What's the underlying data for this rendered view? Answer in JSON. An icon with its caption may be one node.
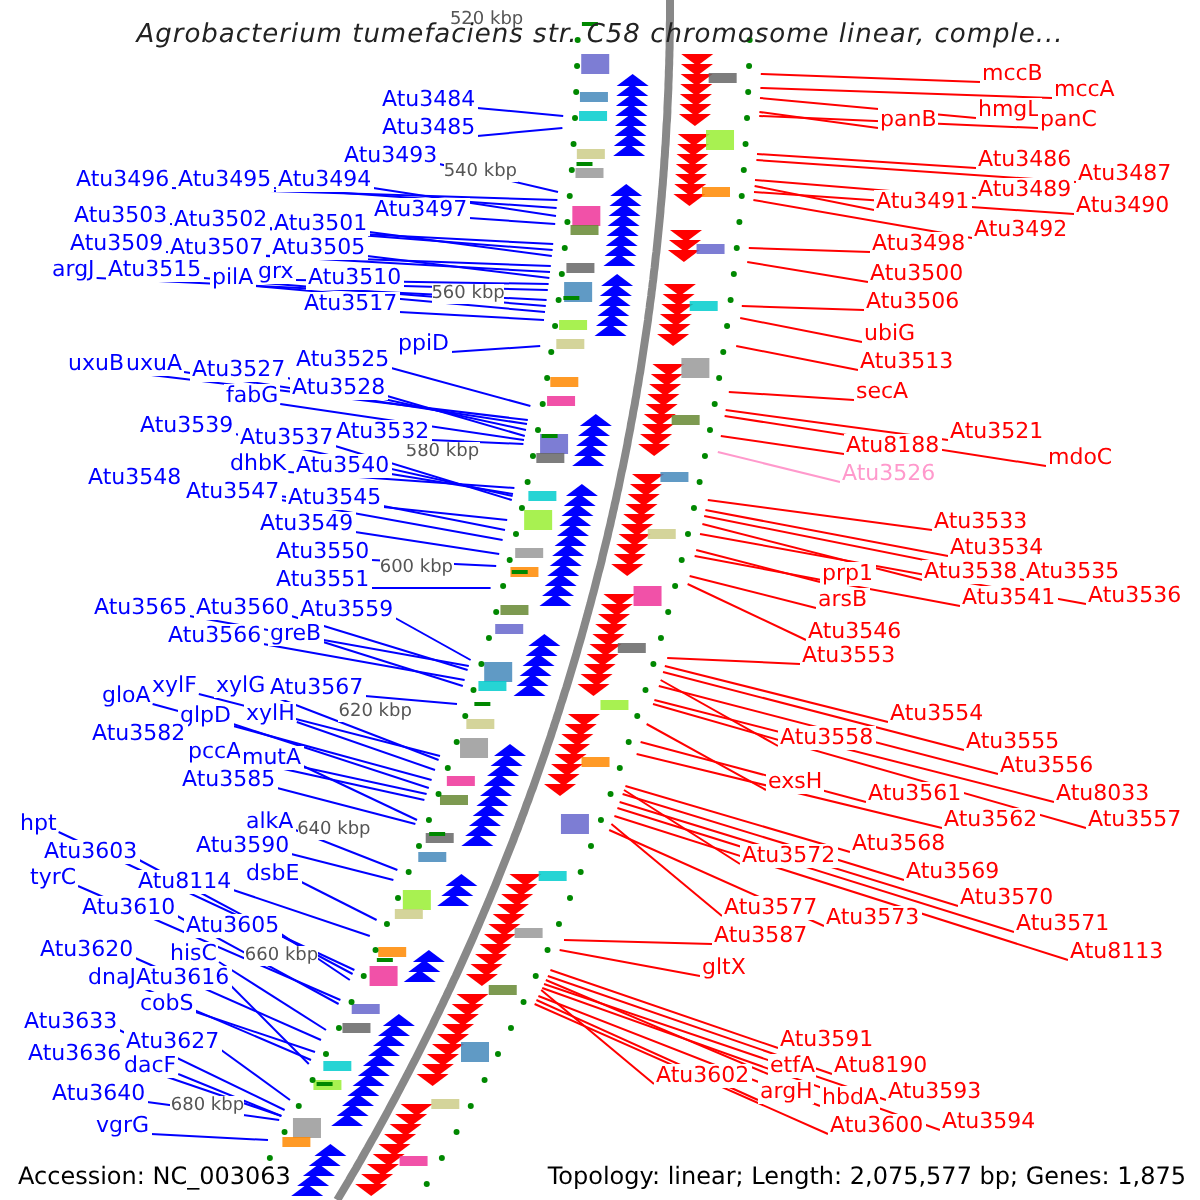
{
  "diagram": {
    "title": "Agrobacterium tumefaciens str. C58 chromosome linear, comple...",
    "nodes": [
      {
        "text": [
          "Atu3484"
        ]
      },
      {
        "text": [
          "Atu3485"
        ]
      },
      {
        "text": [
          "Atu3493"
        ]
      },
      {
        "text": [
          "Atu3496"
        ]
      },
      {
        "text": [
          "Atu3495"
        ]
      },
      {
        "text": [
          "Atu3494"
        ]
      },
      {
        "text": [
          "Atu3497"
        ]
      },
      {
        "text": [
          "Atu3503"
        ]
      },
      {
        "text": [
          "Atu3502"
        ]
      },
      {
        "text": [
          "Atu3501"
        ]
      },
      {
        "text": [
          "Atu3509"
        ]
      },
      {
        "text": [
          "Atu3507"
        ]
      },
      {
        "text": [
          "Atu3505"
        ]
      },
      {
        "text": [
          "argJ"
        ]
      },
      {
        "text": [
          "Atu3515"
        ]
      },
      {
        "text": [
          "pilA"
        ]
      },
      {
        "text": [
          "grx"
        ]
      },
      {
        "text": [
          "Atu3510"
        ]
      },
      {
        "text": [
          "Atu3517"
        ]
      },
      {
        "text": [
          "ppiD"
        ]
      },
      {
        "text": [
          "uxuB"
        ]
      },
      {
        "text": [
          "uxuA"
        ]
      },
      {
        "text": [
          "Atu3527"
        ]
      },
      {
        "text": [
          "Atu3525"
        ]
      },
      {
        "text": [
          "Atu3528"
        ]
      },
      {
        "text": [
          "fabG"
        ]
      },
      {
        "text": [
          "Atu3532"
        ]
      },
      {
        "text": [
          "Atu3539"
        ]
      },
      {
        "text": [
          "Atu3537"
        ]
      },
      {
        "text": [
          "dhbK"
        ]
      },
      {
        "text": [
          "Atu3540"
        ]
      },
      {
        "text": [
          "Atu3548"
        ]
      },
      {
        "text": [
          "Atu3547"
        ]
      },
      {
        "text": [
          "Atu3545"
        ]
      },
      {
        "text": [
          "Atu3549"
        ]
      },
      {
        "text": [
          "Atu3550"
        ]
      },
      {
        "text": [
          "Atu3551"
        ]
      },
      {
        "text": [
          "Atu3565"
        ]
      },
      {
        "text": [
          "Atu3560"
        ]
      },
      {
        "text": [
          "Atu3559"
        ]
      },
      {
        "text": [
          "Atu3566"
        ]
      },
      {
        "text": [
          "greB"
        ]
      },
      {
        "text": [
          "xylF"
        ]
      },
      {
        "text": [
          "xylG"
        ]
      },
      {
        "text": [
          "Atu3567"
        ]
      },
      {
        "text": [
          "gloA"
        ]
      },
      {
        "text": [
          "glpD"
        ]
      },
      {
        "text": [
          "xylH"
        ]
      },
      {
        "text": [
          "Atu3582"
        ]
      },
      {
        "text": [
          "pccA"
        ]
      },
      {
        "text": [
          "mutA"
        ]
      },
      {
        "text": [
          "Atu3585"
        ]
      },
      {
        "text": [
          "alkA"
        ]
      },
      {
        "text": [
          "Atu3590"
        ]
      },
      {
        "text": [
          "dsbE"
        ]
      },
      {
        "text": [
          "hpt"
        ]
      },
      {
        "text": [
          "Atu3603"
        ]
      },
      {
        "text": [
          "tyrC"
        ]
      },
      {
        "text": [
          "Atu8114"
        ]
      },
      {
        "text": [
          "Atu3610"
        ]
      },
      {
        "text": [
          "Atu3605"
        ]
      },
      {
        "text": [
          "hisC"
        ]
      },
      {
        "text": [
          "Atu3620"
        ]
      },
      {
        "text": [
          "dnaJ"
        ]
      },
      {
        "text": [
          "Atu3616"
        ]
      },
      {
        "text": [
          "cobS"
        ]
      },
      {
        "text": [
          "Atu3633"
        ]
      },
      {
        "text": [
          "Atu3627"
        ]
      },
      {
        "text": [
          "Atu3636"
        ]
      },
      {
        "text": [
          "dacF"
        ]
      },
      {
        "text": [
          "Atu3640"
        ]
      },
      {
        "text": [
          "vgrG"
        ]
      },
      {
        "text": [
          "mccB"
        ]
      },
      {
        "text": [
          "mccA"
        ]
      },
      {
        "text": [
          "hmgL"
        ]
      },
      {
        "text": [
          "panB"
        ]
      },
      {
        "text": [
          "panC"
        ]
      },
      {
        "text": [
          "Atu3486"
        ]
      },
      {
        "text": [
          "Atu3487"
        ]
      },
      {
        "text": [
          "Atu3489"
        ]
      },
      {
        "text": [
          "Atu3491"
        ]
      },
      {
        "text": [
          "Atu3490"
        ]
      },
      {
        "text": [
          "Atu3492"
        ]
      },
      {
        "text": [
          "Atu3498"
        ]
      },
      {
        "text": [
          "Atu3500"
        ]
      },
      {
        "text": [
          "Atu3506"
        ]
      },
      {
        "text": [
          "ubiG"
        ]
      },
      {
        "text": [
          "Atu3513"
        ]
      },
      {
        "text": [
          "secA"
        ]
      },
      {
        "text": [
          "Atu3521"
        ]
      },
      {
        "text": [
          "Atu8188"
        ]
      },
      {
        "text": [
          "mdoC"
        ]
      },
      {
        "text": [
          "Atu3526"
        ]
      },
      {
        "text": [
          "Atu3533"
        ]
      },
      {
        "text": [
          "Atu3534"
        ]
      },
      {
        "text": [
          "prp1"
        ]
      },
      {
        "text": [
          "Atu3538"
        ]
      },
      {
        "text": [
          "Atu3535"
        ]
      },
      {
        "text": [
          "Atu3541"
        ]
      },
      {
        "text": [
          "Atu3536"
        ]
      },
      {
        "text": [
          "arsB"
        ]
      },
      {
        "text": [
          "Atu3546"
        ]
      },
      {
        "text": [
          "Atu3553"
        ]
      },
      {
        "text": [
          "Atu3554"
        ]
      },
      {
        "text": [
          "Atu3558"
        ]
      },
      {
        "text": [
          "Atu3555"
        ]
      },
      {
        "text": [
          "Atu3556"
        ]
      },
      {
        "text": [
          "exsH"
        ]
      },
      {
        "text": [
          "Atu3561"
        ]
      },
      {
        "text": [
          "Atu8033"
        ]
      },
      {
        "text": [
          "Atu3562"
        ]
      },
      {
        "text": [
          "Atu3557"
        ]
      },
      {
        "text": [
          "Atu3568"
        ]
      },
      {
        "text": [
          "Atu3572"
        ]
      },
      {
        "text": [
          "Atu3569"
        ]
      },
      {
        "text": [
          "Atu3570"
        ]
      },
      {
        "text": [
          "Atu3577"
        ]
      },
      {
        "text": [
          "Atu3573"
        ]
      },
      {
        "text": [
          "Atu3571"
        ]
      },
      {
        "text": [
          "Atu8113"
        ]
      },
      {
        "text": [
          "Atu3587"
        ]
      },
      {
        "text": [
          "gltX"
        ]
      },
      {
        "text": [
          "Atu3591"
        ]
      },
      {
        "text": [
          "etfA"
        ]
      },
      {
        "text": [
          "Atu8190"
        ]
      },
      {
        "text": [
          "Atu3602"
        ]
      },
      {
        "text": [
          "argH"
        ]
      },
      {
        "text": [
          "hbdA"
        ]
      },
      {
        "text": [
          "Atu3593"
        ]
      },
      {
        "text": [
          "Atu3594"
        ]
      },
      {
        "text": [
          "Atu3600"
        ]
      }
    ],
    "edges": [
      {
        "from": 0,
        "to": null,
        "arrow": "none"
      },
      {
        "from": 1,
        "to": null,
        "arrow": "none"
      },
      {
        "from": 2,
        "to": null,
        "arrow": "none"
      },
      {
        "from": 3,
        "to": null,
        "arrow": "none"
      },
      {
        "from": 4,
        "to": null,
        "arrow": "none"
      },
      {
        "from": 5,
        "to": null,
        "arrow": "none"
      },
      {
        "from": 6,
        "to": null,
        "arrow": "none"
      },
      {
        "from": 7,
        "to": null,
        "arrow": "none"
      },
      {
        "from": 8,
        "to": null,
        "arrow": "none"
      },
      {
        "from": 9,
        "to": null,
        "arrow": "none"
      },
      {
        "from": 10,
        "to": null,
        "arrow": "none"
      },
      {
        "from": 11,
        "to": null,
        "arrow": "none"
      },
      {
        "from": 12,
        "to": null,
        "arrow": "none"
      },
      {
        "from": 13,
        "to": null,
        "arrow": "none"
      },
      {
        "from": 14,
        "to": null,
        "arrow": "none"
      },
      {
        "from": 15,
        "to": null,
        "arrow": "none"
      },
      {
        "from": 16,
        "to": null,
        "arrow": "none"
      },
      {
        "from": 17,
        "to": null,
        "arrow": "none"
      },
      {
        "from": 18,
        "to": null,
        "arrow": "none"
      },
      {
        "from": 19,
        "to": null,
        "arrow": "none"
      },
      {
        "from": 20,
        "to": null,
        "arrow": "none"
      },
      {
        "from": 21,
        "to": null,
        "arrow": "none"
      },
      {
        "from": 22,
        "to": null,
        "arrow": "none"
      },
      {
        "from": 23,
        "to": null,
        "arrow": "none"
      },
      {
        "from": 24,
        "to": null,
        "arrow": "none"
      },
      {
        "from": 25,
        "to": null,
        "arrow": "none"
      },
      {
        "from": 26,
        "to": null,
        "arrow": "none"
      },
      {
        "from": 27,
        "to": null,
        "arrow": "none"
      },
      {
        "from": 28,
        "to": null,
        "arrow": "none"
      },
      {
        "from": 29,
        "to": null,
        "arrow": "none"
      },
      {
        "from": 30,
        "to": null,
        "arrow": "none"
      },
      {
        "from": 31,
        "to": null,
        "arrow": "none"
      },
      {
        "from": 32,
        "to": null,
        "arrow": "none"
      },
      {
        "from": 33,
        "to": null,
        "arrow": "none"
      },
      {
        "from": 34,
        "to": null,
        "arrow": "none"
      },
      {
        "from": 35,
        "to": null,
        "arrow": "none"
      },
      {
        "from": 36,
        "to": null,
        "arrow": "none"
      },
      {
        "from": 37,
        "to": null,
        "arrow": "none"
      },
      {
        "from": 38,
        "to": null,
        "arrow": "none"
      },
      {
        "from": 39,
        "to": null,
        "arrow": "none"
      },
      {
        "from": 40,
        "to": null,
        "arrow": "none"
      },
      {
        "from": 41,
        "to": null,
        "arrow": "none"
      },
      {
        "from": 42,
        "to": null,
        "arrow": "none"
      },
      {
        "from": 43,
        "to": null,
        "arrow": "none"
      },
      {
        "from": 44,
        "to": null,
        "arrow": "none"
      },
      {
        "from": 45,
        "to": null,
        "arrow": "none"
      },
      {
        "from": 46,
        "to": null,
        "arrow": "none"
      },
      {
        "from": 47,
        "to": null,
        "arrow": "none"
      },
      {
        "from": 48,
        "to": null,
        "arrow": "none"
      },
      {
        "from": 49,
        "to": null,
        "arrow": "none"
      },
      {
        "from": 50,
        "to": null,
        "arrow": "none"
      },
      {
        "from": 51,
        "to": null,
        "arrow": "none"
      },
      {
        "from": 52,
        "to": null,
        "arrow": "none"
      },
      {
        "from": 53,
        "to": null,
        "arrow": "none"
      },
      {
        "from": 54,
        "to": null,
        "arrow": "none"
      },
      {
        "from": 55,
        "to": null,
        "arrow": "none"
      },
      {
        "from": 56,
        "to": null,
        "arrow": "none"
      },
      {
        "from": 57,
        "to": null,
        "arrow": "none"
      },
      {
        "from": 58,
        "to": null,
        "arrow": "none"
      },
      {
        "from": 59,
        "to": null,
        "arrow": "none"
      },
      {
        "from": 60,
        "to": null,
        "arrow": "none"
      },
      {
        "from": 61,
        "to": null,
        "arrow": "none"
      },
      {
        "from": 62,
        "to": null,
        "arrow": "none"
      },
      {
        "from": 63,
        "to": null,
        "arrow": "none"
      },
      {
        "from": 64,
        "to": null,
        "arrow": "none"
      },
      {
        "from": 65,
        "to": null,
        "arrow": "none"
      },
      {
        "from": 66,
        "to": null,
        "arrow": "none"
      },
      {
        "from": 67,
        "to": null,
        "arrow": "none"
      },
      {
        "from": 68,
        "to": null,
        "arrow": "none"
      },
      {
        "from": 69,
        "to": null,
        "arrow": "none"
      },
      {
        "from": 70,
        "to": null,
        "arrow": "none"
      },
      {
        "from": 71,
        "to": null,
        "arrow": "none"
      },
      {
        "from": 72,
        "to": null,
        "arrow": "none",
        "color": "#ff0000"
      },
      {
        "from": 73,
        "to": null,
        "arrow": "none",
        "color": "#ff0000"
      },
      {
        "from": 74,
        "to": null,
        "arrow": "none",
        "color": "#ff0000"
      },
      {
        "from": 75,
        "to": null,
        "arrow": "none",
        "color": "#ff0000"
      },
      {
        "from": 76,
        "to": null,
        "arrow": "none",
        "color": "#ff0000"
      },
      {
        "from": 77,
        "to": null,
        "arrow": "none",
        "color": "#ff0000"
      },
      {
        "from": 78,
        "to": null,
        "arrow": "none",
        "color": "#ff0000"
      },
      {
        "from": 79,
        "to": null,
        "arrow": "none",
        "color": "#ff0000"
      },
      {
        "from": 80,
        "to": null,
        "arrow": "none",
        "color": "#ff0000"
      },
      {
        "from": 81,
        "to": null,
        "arrow": "none",
        "color": "#ff0000"
      },
      {
        "from": 82,
        "to": null,
        "arrow": "none",
        "color": "#ff0000"
      },
      {
        "from": 83,
        "to": null,
        "arrow": "none",
        "color": "#ff0000"
      },
      {
        "from": 84,
        "to": null,
        "arrow": "none",
        "color": "#ff0000"
      },
      {
        "from": 85,
        "to": null,
        "arrow": "none",
        "color": "#ff0000"
      },
      {
        "from": 86,
        "to": null,
        "arrow": "none",
        "color": "#ff0000"
      },
      {
        "from": 87,
        "to": null,
        "arrow": "none",
        "color": "#ff0000"
      },
      {
        "from": 88,
        "to": null,
        "arrow": "none",
        "color": "#ff0000"
      },
      {
        "from": 89,
        "to": null,
        "arrow": "none",
        "color": "#ff0000"
      },
      {
        "from": 90,
        "to": null,
        "arrow": "none",
        "color": "#ff0000"
      },
      {
        "from": 91,
        "to": null,
        "arrow": "none",
        "color": "#ff0000"
      },
      {
        "from": 92,
        "to": null,
        "arrow": "none",
        "color": "#ff99cc"
      },
      {
        "from": 93,
        "to": null,
        "arrow": "none",
        "color": "#ff0000"
      },
      {
        "from": 94,
        "to": null,
        "arrow": "none",
        "color": "#ff0000"
      },
      {
        "from": 95,
        "to": null,
        "arrow": "none",
        "color": "#ff0000"
      },
      {
        "from": 96,
        "to": null,
        "arrow": "none",
        "color": "#ff0000"
      },
      {
        "from": 97,
        "to": null,
        "arrow": "none",
        "color": "#ff0000"
      },
      {
        "from": 98,
        "to": null,
        "arrow": "none",
        "color": "#ff0000"
      },
      {
        "from": 99,
        "to": null,
        "arrow": "none",
        "color": "#ff0000"
      },
      {
        "from": 100,
        "to": null,
        "arrow": "none",
        "color": "#ff0000"
      },
      {
        "from": 101,
        "to": null,
        "arrow": "none",
        "color": "#ff0000"
      },
      {
        "from": 102,
        "to": null,
        "arrow": "none",
        "color": "#ff0000"
      },
      {
        "from": 103,
        "to": null,
        "arrow": "none",
        "color": "#ff0000"
      },
      {
        "from": 104,
        "to": null,
        "arrow": "none",
        "color": "#ff0000"
      },
      {
        "from": 105,
        "to": null,
        "arrow": "none",
        "color": "#ff0000"
      },
      {
        "from": 106,
        "to": null,
        "arrow": "none",
        "color": "#ff0000"
      },
      {
        "from": 107,
        "to": null,
        "arrow": "none",
        "color": "#ff0000"
      },
      {
        "from": 108,
        "to": null,
        "arrow": "none",
        "color": "#ff0000"
      },
      {
        "from": 109,
        "to": null,
        "arrow": "none",
        "color": "#ff0000"
      },
      {
        "from": 110,
        "to": null,
        "arrow": "none",
        "color": "#ff0000"
      },
      {
        "from": 111,
        "to": null,
        "arrow": "none",
        "color": "#ff0000"
      },
      {
        "from": 112,
        "to": null,
        "arrow": "none",
        "color": "#ff0000"
      },
      {
        "from": 113,
        "to": null,
        "arrow": "none",
        "color": "#ff0000"
      },
      {
        "from": 114,
        "to": null,
        "arrow": "none",
        "color": "#ff0000"
      },
      {
        "from": 115,
        "to": null,
        "arrow": "none",
        "color": "#ff0000"
      },
      {
        "from": 116,
        "to": null,
        "arrow": "none",
        "color": "#ff0000"
      },
      {
        "from": 117,
        "to": null,
        "arrow": "none",
        "color": "#ff0000"
      },
      {
        "from": 118,
        "to": null,
        "arrow": "none",
        "color": "#ff0000"
      },
      {
        "from": 119,
        "to": null,
        "arrow": "none",
        "color": "#ff0000"
      },
      {
        "from": 120,
        "to": null,
        "arrow": "none",
        "color": "#ff0000"
      },
      {
        "from": 121,
        "to": null,
        "arrow": "none",
        "color": "#ff0000"
      },
      {
        "from": 122,
        "to": null,
        "arrow": "none",
        "color": "#ff0000"
      },
      {
        "from": 123,
        "to": null,
        "arrow": "none",
        "color": "#ff0000"
      },
      {
        "from": 124,
        "to": null,
        "arrow": "none",
        "color": "#ff0000"
      },
      {
        "from": 125,
        "to": null,
        "arrow": "none",
        "color": "#ff0000"
      },
      {
        "from": 126,
        "to": null,
        "arrow": "none",
        "color": "#ff0000"
      },
      {
        "from": 127,
        "to": null,
        "arrow": "none",
        "color": "#ff0000"
      },
      {
        "from": 128,
        "to": null,
        "arrow": "none",
        "color": "#ff0000"
      },
      {
        "from": 129,
        "to": null,
        "arrow": "none",
        "color": "#ff0000"
      },
      {
        "from": 130,
        "to": null,
        "arrow": "none",
        "color": "#ff0000"
      }
    ],
    "labels": [
      "520 kbp",
      "540 kbp",
      "560 kbp",
      "580 kbp",
      "600 kbp",
      "620 kbp",
      "640 kbp",
      "660 kbp",
      "680 kbp",
      "Accession: NC_003063",
      "Topology: linear; Length: 2,075,577 bp; Genes: 1,875"
    ]
  }
}
